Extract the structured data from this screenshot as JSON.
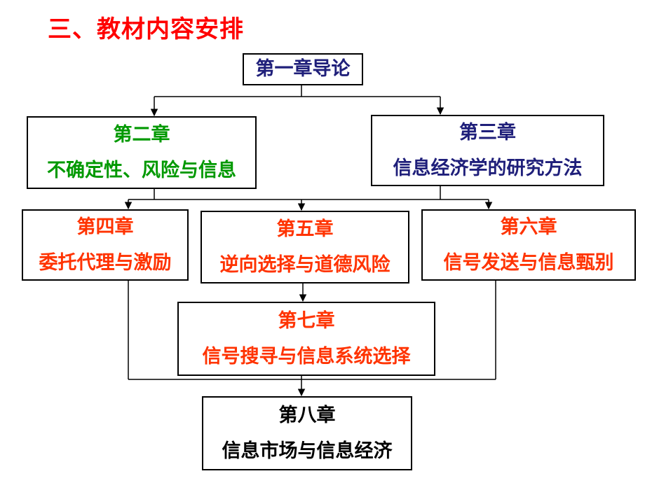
{
  "title": "三、教材内容安排",
  "ch1": {
    "title": "第一章导论"
  },
  "ch2": {
    "chapter": "第二章",
    "topic": "不确定性、风险与信息"
  },
  "ch3": {
    "chapter": "第三章",
    "topic": "信息经济学的研究方法"
  },
  "ch4": {
    "chapter": "第四章",
    "topic": "委托代理与激励"
  },
  "ch5": {
    "chapter": "第五章",
    "topic": "逆向选择与道德风险"
  },
  "ch6": {
    "chapter": "第六章",
    "topic": "信号发送与信息甄别"
  },
  "ch7": {
    "chapter": "第七章",
    "topic": "信号搜寻与信息系统选择"
  },
  "ch8": {
    "chapter": "第八章",
    "topic": "信息市场与信息经济"
  },
  "colors": {
    "title": "#ff0000",
    "ch1": "#1f1f7a",
    "ch2": "#009900",
    "ch3": "#1f1f7a",
    "ch4to7": "#ff3300",
    "ch8": "#000000"
  }
}
